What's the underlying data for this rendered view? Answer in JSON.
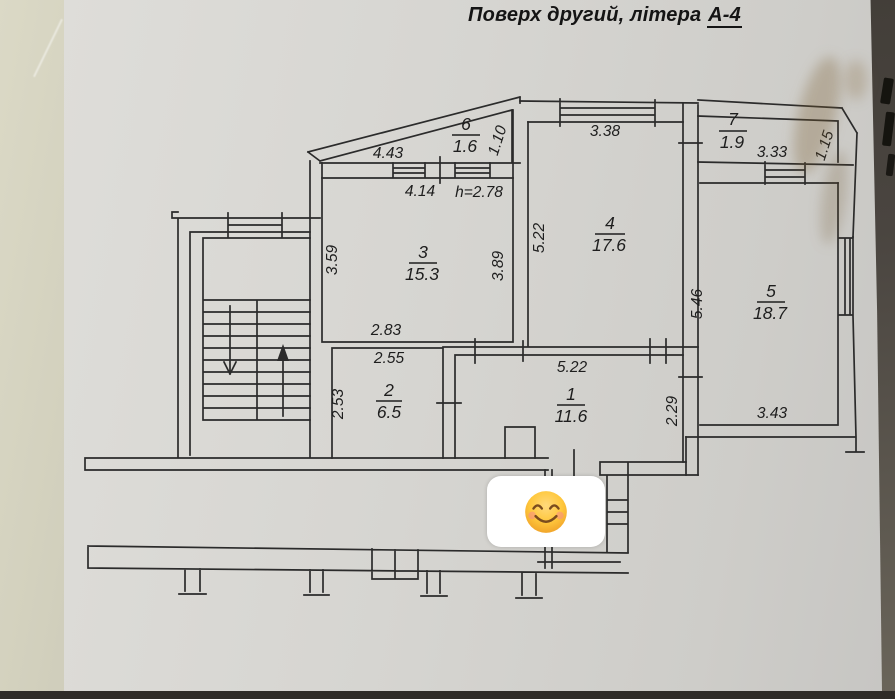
{
  "title": {
    "prefix": "Поверх другий, літера ",
    "emph": "А-4"
  },
  "rooms": [
    {
      "number": "1",
      "area": "11.6"
    },
    {
      "number": "2",
      "area": "6.5"
    },
    {
      "number": "3",
      "area": "15.3"
    },
    {
      "number": "4",
      "area": "17.6"
    },
    {
      "number": "5",
      "area": "18.7"
    },
    {
      "number": "6",
      "area": "1.6"
    },
    {
      "number": "7",
      "area": "1.9"
    }
  ],
  "dims": {
    "room6_width": "4.43",
    "room6_side": "1.10",
    "room3_top": "4.14",
    "ceiling_height": "h=2.78",
    "room3_left": "3.59",
    "room3_right": "3.89",
    "room3_bottom": "2.83",
    "room4_top": "3.38",
    "room4_left": "5.22",
    "room7_bottom": "3.33",
    "room7_side": "1.15",
    "room5_left": "5.46",
    "room5_bottom": "3.43",
    "room1_top": "5.22",
    "room1_right": "2.29",
    "room2_top": "2.55",
    "room2_left": "2.53"
  },
  "sticker": {
    "emoji": "😊",
    "alt": "smiling face emoji sticker"
  },
  "colors": {
    "paper": "#d6d5d1",
    "underlay_page": "#d8d6c3",
    "ink": "#2b2b2b",
    "sticker_bg": "#ffffff",
    "emoji": "#ffc83d"
  }
}
